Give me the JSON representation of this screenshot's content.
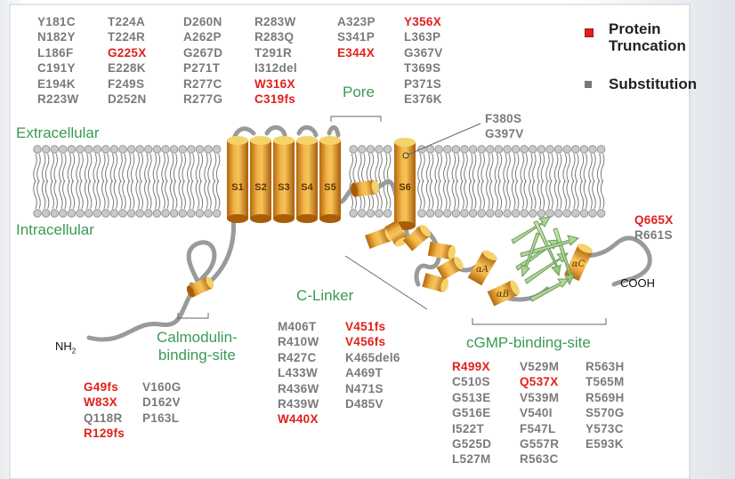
{
  "legend": {
    "truncation": {
      "label_line1": "Protein",
      "label_line2": "Truncation",
      "color": "#e0201c"
    },
    "substitution": {
      "label": "Substitution",
      "color": "#777777"
    }
  },
  "regions": {
    "extracellular": "Extracellular",
    "intracellular": "Intracellular",
    "pore": "Pore",
    "c_linker": "C-Linker",
    "calmodulin_line1": "Calmodulin-",
    "calmodulin_line2": "binding-site",
    "cgmp": "cGMP-binding-site",
    "nh2": "NH",
    "nh2_sub": "2",
    "cooh": "COOH"
  },
  "helices": {
    "s1": "S1",
    "s2": "S2",
    "s3": "S3",
    "s4": "S4",
    "s5": "S5",
    "s6": "S6",
    "alpha_a": "αA",
    "alpha_b": "αB",
    "alpha_c": "αC"
  },
  "mutation_groups": [
    {
      "id": "transmembrane",
      "columns": [
        [
          {
            "t": "Y181C",
            "trunc": false
          },
          {
            "t": "N182Y",
            "trunc": false
          },
          {
            "t": "L186F",
            "trunc": false
          },
          {
            "t": "C191Y",
            "trunc": false
          },
          {
            "t": "E194K",
            "trunc": false
          },
          {
            "t": "R223W",
            "trunc": false
          }
        ],
        [
          {
            "t": "T224A",
            "trunc": false
          },
          {
            "t": "T224R",
            "trunc": false
          },
          {
            "t": "G225X",
            "trunc": true
          },
          {
            "t": "E228K",
            "trunc": false
          },
          {
            "t": "F249S",
            "trunc": false
          },
          {
            "t": "D252N",
            "trunc": false
          }
        ],
        [
          {
            "t": "D260N",
            "trunc": false
          },
          {
            "t": "A262P",
            "trunc": false
          },
          {
            "t": "G267D",
            "trunc": false
          },
          {
            "t": "P271T",
            "trunc": false
          },
          {
            "t": "R277C",
            "trunc": false
          },
          {
            "t": "R277G",
            "trunc": false
          }
        ],
        [
          {
            "t": "R283W",
            "trunc": false
          },
          {
            "t": "R283Q",
            "trunc": false
          },
          {
            "t": "T291R",
            "trunc": false
          },
          {
            "t": "I312del",
            "trunc": false
          },
          {
            "t": "W316X",
            "trunc": true
          },
          {
            "t": "C319fs",
            "trunc": true
          }
        ]
      ]
    },
    {
      "id": "pore",
      "columns": [
        [
          {
            "t": "A323P",
            "trunc": false
          },
          {
            "t": "S341P",
            "trunc": false
          },
          {
            "t": "E344X",
            "trunc": true
          }
        ],
        [
          {
            "t": "Y356X",
            "trunc": true
          },
          {
            "t": "L363P",
            "trunc": false
          },
          {
            "t": "G367V",
            "trunc": false
          },
          {
            "t": "T369S",
            "trunc": false
          },
          {
            "t": "P371S",
            "trunc": false
          },
          {
            "t": "E376K",
            "trunc": false
          }
        ]
      ]
    },
    {
      "id": "s6",
      "columns": [
        [
          {
            "t": "F380S",
            "trunc": false
          },
          {
            "t": "G397V",
            "trunc": false
          }
        ]
      ]
    },
    {
      "id": "c_terminal",
      "columns": [
        [
          {
            "t": "Q665X",
            "trunc": true
          },
          {
            "t": "R661S",
            "trunc": false
          }
        ]
      ]
    },
    {
      "id": "n_terminal",
      "columns": [
        [
          {
            "t": "G49fs",
            "trunc": true
          },
          {
            "t": "W83X",
            "trunc": true
          },
          {
            "t": "Q118R",
            "trunc": false
          },
          {
            "t": "R129fs",
            "trunc": true
          }
        ],
        [
          {
            "t": "V160G",
            "trunc": false
          },
          {
            "t": "D162V",
            "trunc": false
          },
          {
            "t": "P163L",
            "trunc": false
          }
        ]
      ]
    },
    {
      "id": "c_linker",
      "columns": [
        [
          {
            "t": "M406T",
            "trunc": false
          },
          {
            "t": "R410W",
            "trunc": false
          },
          {
            "t": "R427C",
            "trunc": false
          },
          {
            "t": "L433W",
            "trunc": false
          },
          {
            "t": "R436W",
            "trunc": false
          },
          {
            "t": "R439W",
            "trunc": false
          },
          {
            "t": "W440X",
            "trunc": true
          }
        ],
        [
          {
            "t": "V451fs",
            "trunc": true
          },
          {
            "t": "V456fs",
            "trunc": true
          },
          {
            "t": "K465del6",
            "trunc": false
          },
          {
            "t": "A469T",
            "trunc": false
          },
          {
            "t": "N471S",
            "trunc": false
          },
          {
            "t": "D485V",
            "trunc": false
          }
        ]
      ]
    },
    {
      "id": "cgmp",
      "columns": [
        [
          {
            "t": "R499X",
            "trunc": true
          },
          {
            "t": "C510S",
            "trunc": false
          },
          {
            "t": "G513E",
            "trunc": false
          },
          {
            "t": "G516E",
            "trunc": false
          },
          {
            "t": "I522T",
            "trunc": false
          },
          {
            "t": "G525D",
            "trunc": false
          },
          {
            "t": "L527M",
            "trunc": false
          }
        ],
        [
          {
            "t": "V529M",
            "trunc": false
          },
          {
            "t": "Q537X",
            "trunc": true
          },
          {
            "t": "V539M",
            "trunc": false
          },
          {
            "t": "V540I",
            "trunc": false
          },
          {
            "t": "F547L",
            "trunc": false
          },
          {
            "t": "G557R",
            "trunc": false
          },
          {
            "t": "R563C",
            "trunc": false
          }
        ],
        [
          {
            "t": "R563H",
            "trunc": false
          },
          {
            "t": "T565M",
            "trunc": false
          },
          {
            "t": "R569H",
            "trunc": false
          },
          {
            "t": "S570G",
            "trunc": false
          },
          {
            "t": "Y573C",
            "trunc": false
          },
          {
            "t": "E593K",
            "trunc": false
          }
        ]
      ]
    }
  ]
}
